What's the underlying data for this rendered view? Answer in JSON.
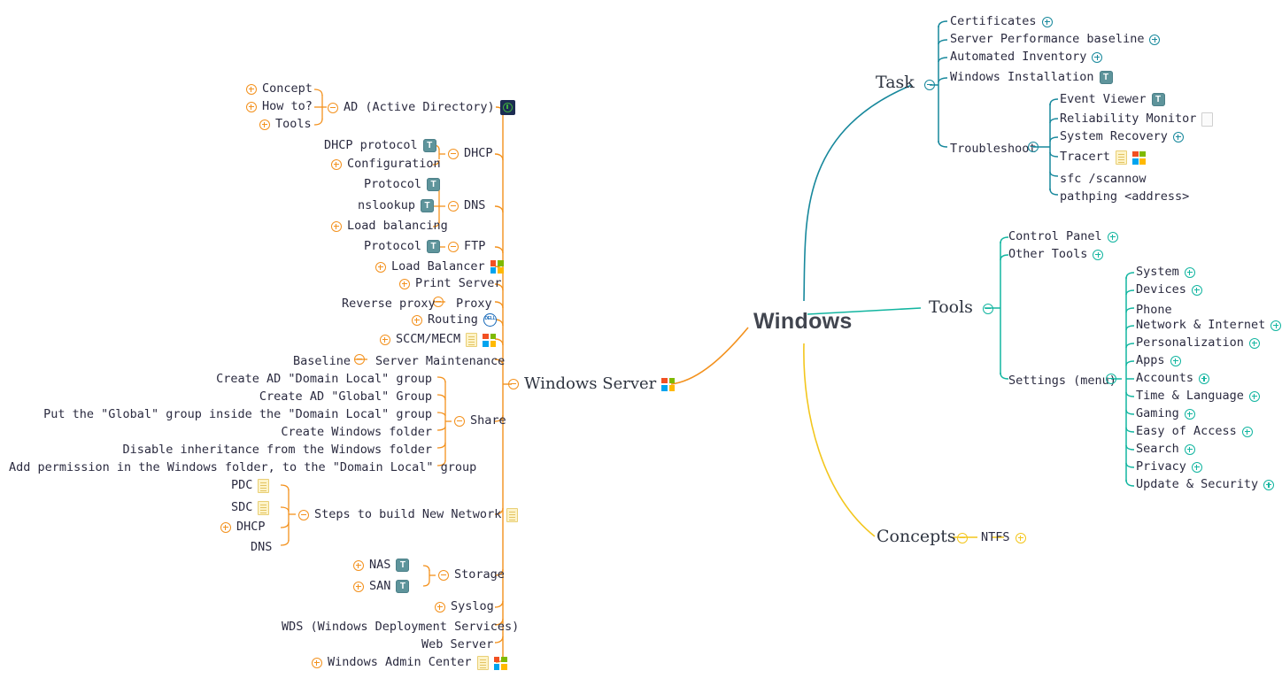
{
  "center": {
    "label": "Windows"
  },
  "colors": {
    "orange": "#f3911d",
    "teal": "#17889c",
    "green": "#12b5a0",
    "gold": "#f3c61d",
    "text": "#2b2b40"
  },
  "branches": {
    "windows_server": {
      "label": "Windows Server",
      "icon": "microsoft-logo-icon",
      "toggle": "minus",
      "children": [
        {
          "label": "AD (Active Directory)",
          "toggle": "minus",
          "icon": "power-button-icon",
          "children": [
            {
              "label": "Concept",
              "toggle": "plus"
            },
            {
              "label": "How to?",
              "toggle": "plus"
            },
            {
              "label": "Tools",
              "toggle": "plus"
            }
          ]
        },
        {
          "label": "DHCP",
          "toggle": "minus",
          "children": [
            {
              "label": "DHCP protocol",
              "icon": "t-icon"
            },
            {
              "label": "Configuration",
              "toggle": "plus"
            }
          ]
        },
        {
          "label": "DNS",
          "toggle": "minus",
          "children": [
            {
              "label": "Protocol",
              "icon": "t-icon"
            },
            {
              "label": "nslookup",
              "icon": "t-icon"
            },
            {
              "label": "Load balancing",
              "toggle": "plus"
            }
          ]
        },
        {
          "label": "FTP",
          "toggle": "minus",
          "children": [
            {
              "label": "Protocol",
              "icon": "t-icon"
            }
          ]
        },
        {
          "label": "Load Balancer",
          "toggle": "plus",
          "icon": "microsoft-logo-icon"
        },
        {
          "label": "Print Server",
          "toggle": "plus"
        },
        {
          "label": "Proxy",
          "toggle": "minus",
          "children": [
            {
              "label": "Reverse proxy"
            }
          ]
        },
        {
          "label": "Routing",
          "toggle": "plus",
          "icon": "dell-logo-icon"
        },
        {
          "label": "SCCM/MECM",
          "toggle": "plus",
          "icon": "note-icon,microsoft-logo-icon"
        },
        {
          "label": "Server Maintenance",
          "toggle": "minus",
          "children": [
            {
              "label": "Baseline"
            }
          ]
        },
        {
          "label": "Share",
          "toggle": "minus",
          "children": [
            {
              "label": "Create AD \"Domain Local\" group"
            },
            {
              "label": "Create AD \"Global\" Group"
            },
            {
              "label": "Put the \"Global\" group inside the \"Domain Local\" group"
            },
            {
              "label": "Create Windows folder"
            },
            {
              "label": "Disable inheritance from the Windows folder"
            },
            {
              "label": "Add permission in the Windows folder, to the \"Domain Local\" group"
            }
          ]
        },
        {
          "label": "Steps to build New Network",
          "toggle": "minus",
          "icon": "note-icon",
          "children": [
            {
              "label": "PDC",
              "icon": "note-icon"
            },
            {
              "label": "SDC",
              "icon": "note-icon"
            },
            {
              "label": "DHCP",
              "toggle": "plus"
            },
            {
              "label": "DNS"
            }
          ]
        },
        {
          "label": "Storage",
          "toggle": "minus",
          "children": [
            {
              "label": "NAS",
              "toggle": "plus",
              "icon": "t-icon"
            },
            {
              "label": "SAN",
              "toggle": "plus",
              "icon": "t-icon"
            }
          ]
        },
        {
          "label": "Syslog",
          "toggle": "plus"
        },
        {
          "label": "WDS (Windows Deployment Services)"
        },
        {
          "label": "Web Server"
        },
        {
          "label": "Windows Admin Center",
          "toggle": "plus",
          "icon": "note-icon,microsoft-logo-icon"
        }
      ]
    },
    "task": {
      "label": "Task",
      "toggle": "minus",
      "children": [
        {
          "label": "Certificates",
          "toggle": "plus"
        },
        {
          "label": "Server Performance baseline",
          "toggle": "plus"
        },
        {
          "label": "Automated Inventory",
          "toggle": "plus"
        },
        {
          "label": "Windows Installation",
          "icon": "t-icon"
        },
        {
          "label": "Troubleshoot",
          "toggle": "minus",
          "children": [
            {
              "label": "Event Viewer",
              "icon": "t-icon"
            },
            {
              "label": "Reliability Monitor",
              "icon": "plain-doc-icon"
            },
            {
              "label": "System Recovery",
              "toggle": "plus"
            },
            {
              "label": "Tracert",
              "icon": "note-icon,microsoft-logo-icon"
            },
            {
              "label": "sfc /scannow"
            },
            {
              "label": "pathping <address>"
            }
          ]
        }
      ]
    },
    "tools": {
      "label": "Tools",
      "toggle": "minus",
      "children": [
        {
          "label": "Control Panel",
          "toggle": "plus"
        },
        {
          "label": "Other Tools",
          "toggle": "plus"
        },
        {
          "label": "Settings (menu)",
          "toggle": "minus",
          "children": [
            {
              "label": "System",
              "toggle": "plus"
            },
            {
              "label": "Devices",
              "toggle": "plus"
            },
            {
              "label": "Phone"
            },
            {
              "label": "Network & Internet",
              "toggle": "plus"
            },
            {
              "label": "Personalization",
              "toggle": "plus"
            },
            {
              "label": "Apps",
              "toggle": "plus"
            },
            {
              "label": "Accounts",
              "toggle": "plus"
            },
            {
              "label": "Time & Language",
              "toggle": "plus"
            },
            {
              "label": "Gaming",
              "toggle": "plus"
            },
            {
              "label": "Easy of Access",
              "toggle": "plus"
            },
            {
              "label": "Search",
              "toggle": "plus"
            },
            {
              "label": "Privacy",
              "toggle": "plus"
            },
            {
              "label": "Update & Security",
              "toggle": "plus"
            }
          ]
        }
      ]
    },
    "concepts": {
      "label": "Concepts",
      "toggle": "minus",
      "children": [
        {
          "label": "NTFS",
          "toggle": "plus"
        }
      ]
    }
  }
}
